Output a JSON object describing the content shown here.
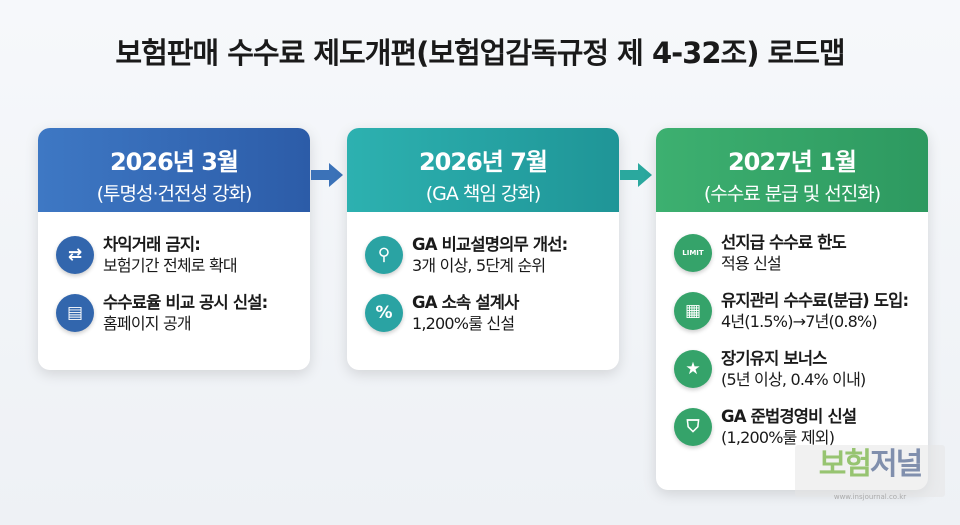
{
  "title": "보험판매 수수료 제도개편(보험업감독규정 제 4-32조) 로드맵",
  "colors": {
    "phase1": "#3468b4",
    "phase2": "#26a3a4",
    "phase3": "#35a36a"
  },
  "phases": [
    {
      "date": "2026년 3월",
      "subtitle": "(투명성·건전성 강화)",
      "items": [
        {
          "icon": "exchange-arrows-icon",
          "line1": "차익거래 금지:",
          "line2": "보험기간 전체로 확대"
        },
        {
          "icon": "document-icon",
          "line1": "수수료율 비교 공시 신설:",
          "line2": "홈페이지 공개"
        }
      ]
    },
    {
      "date": "2026년 7월",
      "subtitle": "(GA 책임 강화)",
      "items": [
        {
          "icon": "magnifier-icon",
          "line1": "GA 비교설명의무 개선:",
          "line2": "3개 이상, 5단계 순위"
        },
        {
          "icon": "percent-icon",
          "line1": "GA 소속 설계사",
          "line2": "1,200%룰 신설"
        }
      ]
    },
    {
      "date": "2027년 1월",
      "subtitle": "(수수료 분급 및 선진화)",
      "items": [
        {
          "icon": "limit-icon",
          "line1": "선지급 수수료 한도",
          "line2": "적용 신설",
          "glyph": "LIMIT"
        },
        {
          "icon": "gold-bars-icon",
          "line1": "유지관리 수수료(분급) 도입:",
          "line2": "4년(1.5%)→7년(0.8%)"
        },
        {
          "icon": "star-icon",
          "line1": "장기유지 보너스",
          "line2": "(5년 이상, 0.4% 이내)"
        },
        {
          "icon": "shield-icon",
          "line1": "GA 준법경영비 신설",
          "line2": "(1,200%룰 제외)"
        }
      ]
    }
  ],
  "watermark": {
    "part1": "보험",
    "part2": "저널",
    "url": "www.insjournal.co.kr"
  }
}
